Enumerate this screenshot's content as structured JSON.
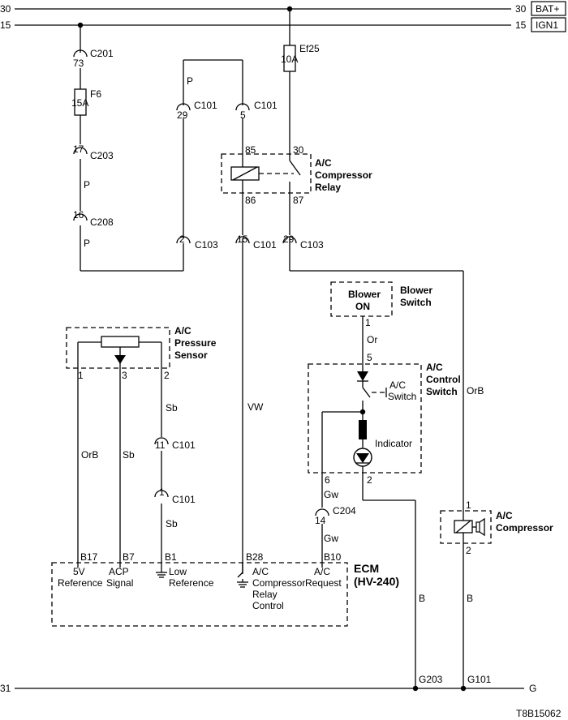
{
  "rails": {
    "bat": {
      "left": "30",
      "right": "30",
      "label": "BAT+"
    },
    "ign": {
      "left": "15",
      "right": "15",
      "label": "IGN1"
    },
    "gnd": {
      "left": "31",
      "right": "G"
    }
  },
  "fuses": {
    "f6": {
      "name": "F6",
      "rating": "15A"
    },
    "ef25": {
      "name": "Ef25",
      "rating": "10A"
    }
  },
  "connectors": {
    "c201_73": {
      "pin": "73",
      "name": "C201"
    },
    "c203_17": {
      "pin": "17",
      "name": "C203"
    },
    "c208_16": {
      "pin": "16",
      "name": "C208"
    },
    "c101_29": {
      "pin": "29",
      "name": "C101"
    },
    "c101_5": {
      "pin": "5",
      "name": "C101"
    },
    "c103_2": {
      "pin": "2",
      "name": "C103"
    },
    "c101_15": {
      "pin": "15",
      "name": "C101"
    },
    "c103_29": {
      "pin": "29",
      "name": "C103"
    },
    "c101_11": {
      "pin": "11",
      "name": "C101"
    },
    "c101_1": {
      "pin": "1",
      "name": "C101"
    },
    "c204_14": {
      "pin": "14",
      "name": "C204"
    }
  },
  "wires": {
    "p1": "P",
    "p2": "P",
    "p3": "P",
    "vw": "VW",
    "orb_right": "OrB",
    "orb_left": "OrB",
    "sb1": "Sb",
    "sb2": "Sb",
    "sb3": "Sb",
    "or": "Or",
    "gw1": "Gw",
    "gw2": "Gw",
    "b1": "B",
    "b2": "B"
  },
  "relay": {
    "title_l1": "A/C",
    "title_l2": "Compressor",
    "title_l3": "Relay",
    "pin85": "85",
    "pin86": "86",
    "pin30": "30",
    "pin87": "87"
  },
  "pressure_sensor": {
    "title_l1": "A/C",
    "title_l2": "Pressure",
    "title_l3": "Sensor",
    "pin1": "1",
    "pin3": "3",
    "pin2": "2"
  },
  "blower": {
    "box_l1": "Blower",
    "box_l2": "ON",
    "title_l1": "Blower",
    "title_l2": "Switch",
    "pin1": "1"
  },
  "control_switch": {
    "title_l1": "A/C",
    "title_l2": "Control",
    "title_l3": "Switch",
    "sw_l1": "A/C",
    "sw_l2": "Switch",
    "indicator": "Indicator",
    "pin5": "5",
    "pin6": "6",
    "pin2": "2"
  },
  "compressor": {
    "title_l1": "A/C",
    "title_l2": "Compressor",
    "pin1": "1",
    "pin2": "2"
  },
  "ecm": {
    "title_l1": "ECM",
    "title_l2": "(HV-240)",
    "pins": {
      "b17": "B17",
      "b7": "B7",
      "b1": "B1",
      "b28": "B28",
      "b10": "B10"
    },
    "labels": {
      "ref5v_l1": "5V",
      "ref5v_l2": "Reference",
      "acp_l1": "ACP",
      "acp_l2": "Signal",
      "low_l1": "Low",
      "low_l2": "Reference",
      "relay_l1": "A/C",
      "relay_l2": "Compressor",
      "relay_l3": "Relay",
      "relay_l4": "Control",
      "req_l1": "A/C",
      "req_l2": "Request"
    }
  },
  "grounds": {
    "g203": "G203",
    "g101": "G101"
  },
  "figure_id": "T8B15062"
}
